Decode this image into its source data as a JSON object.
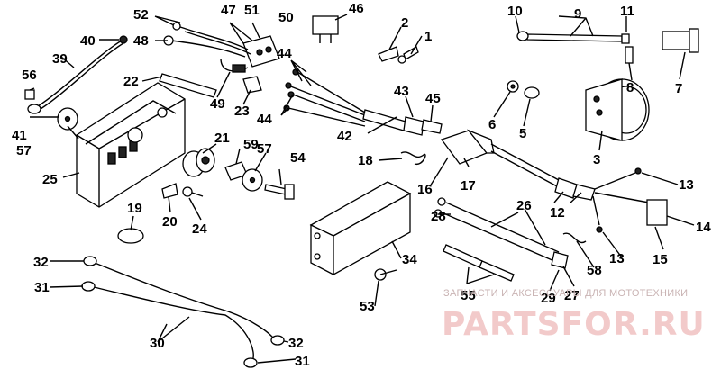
{
  "labels": [
    {
      "id": "1",
      "text": "1"
    },
    {
      "id": "2",
      "text": "2"
    },
    {
      "id": "3",
      "text": "3"
    },
    {
      "id": "5",
      "text": "5"
    },
    {
      "id": "6",
      "text": "6"
    },
    {
      "id": "7",
      "text": "7"
    },
    {
      "id": "8",
      "text": "8"
    },
    {
      "id": "9",
      "text": "9"
    },
    {
      "id": "10",
      "text": "10"
    },
    {
      "id": "11",
      "text": "11"
    },
    {
      "id": "12",
      "text": "12"
    },
    {
      "id": "13a",
      "text": "13"
    },
    {
      "id": "13b",
      "text": "13"
    },
    {
      "id": "14",
      "text": "14"
    },
    {
      "id": "15",
      "text": "15"
    },
    {
      "id": "16",
      "text": "16"
    },
    {
      "id": "17",
      "text": "17"
    },
    {
      "id": "18",
      "text": "18"
    },
    {
      "id": "19",
      "text": "19"
    },
    {
      "id": "20",
      "text": "20"
    },
    {
      "id": "21",
      "text": "21"
    },
    {
      "id": "22",
      "text": "22"
    },
    {
      "id": "23",
      "text": "23"
    },
    {
      "id": "24",
      "text": "24"
    },
    {
      "id": "25",
      "text": "25"
    },
    {
      "id": "26",
      "text": "26"
    },
    {
      "id": "27",
      "text": "27"
    },
    {
      "id": "28",
      "text": "28"
    },
    {
      "id": "29",
      "text": "29"
    },
    {
      "id": "30",
      "text": "30"
    },
    {
      "id": "31a",
      "text": "31"
    },
    {
      "id": "31b",
      "text": "31"
    },
    {
      "id": "32a",
      "text": "32"
    },
    {
      "id": "32b",
      "text": "32"
    },
    {
      "id": "34",
      "text": "34"
    },
    {
      "id": "39",
      "text": "39"
    },
    {
      "id": "40",
      "text": "40"
    },
    {
      "id": "41",
      "text": "41"
    },
    {
      "id": "42",
      "text": "42"
    },
    {
      "id": "43",
      "text": "43"
    },
    {
      "id": "44a",
      "text": "44"
    },
    {
      "id": "44b",
      "text": "44"
    },
    {
      "id": "45",
      "text": "45"
    },
    {
      "id": "46",
      "text": "46"
    },
    {
      "id": "47",
      "text": "47"
    },
    {
      "id": "48",
      "text": "48"
    },
    {
      "id": "49",
      "text": "49"
    },
    {
      "id": "50",
      "text": "50"
    },
    {
      "id": "51",
      "text": "51"
    },
    {
      "id": "52",
      "text": "52"
    },
    {
      "id": "53",
      "text": "53"
    },
    {
      "id": "54",
      "text": "54"
    },
    {
      "id": "55",
      "text": "55"
    },
    {
      "id": "56",
      "text": "56"
    },
    {
      "id": "57a",
      "text": "57"
    },
    {
      "id": "57b",
      "text": "57"
    },
    {
      "id": "58",
      "text": "58"
    },
    {
      "id": "59",
      "text": "59"
    }
  ],
  "watermark": {
    "tagline": "ЗАПЧАСТИ И АКСЕССУАРЫ ДЛЯ МОТОТЕХНИКИ",
    "brand": "PARTSFOR.RU",
    "color": "#e8a0a0"
  }
}
